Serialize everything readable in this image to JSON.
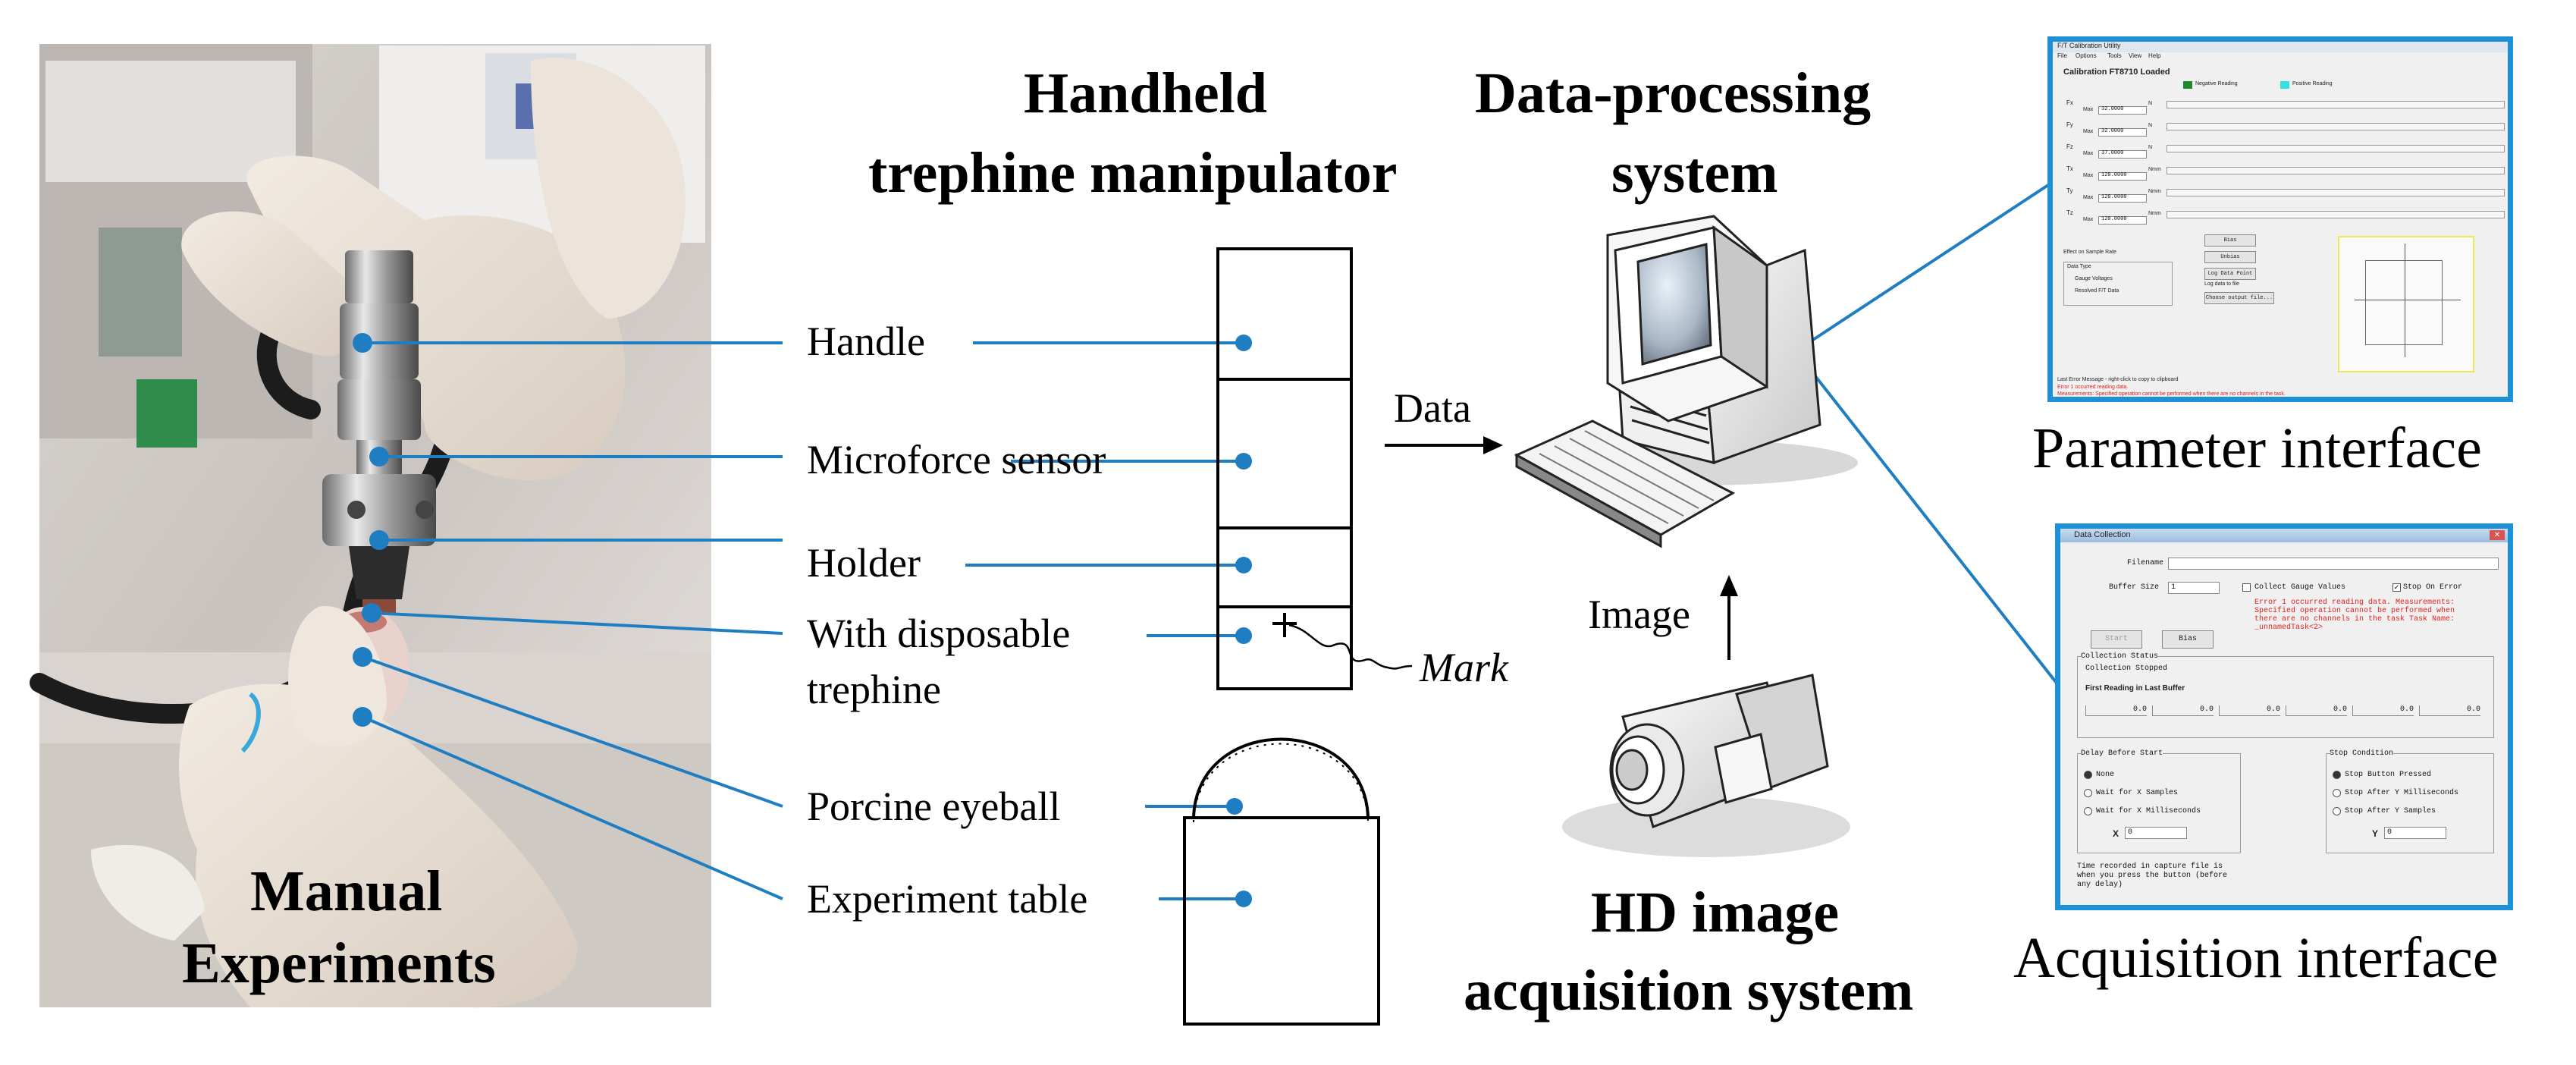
{
  "photo": {
    "caption_line1": "Manual",
    "caption_line2": "Experiments"
  },
  "manipulator": {
    "title_line1": "Handheld",
    "title_line2": "trephine manipulator",
    "labels": {
      "handle": "Handle",
      "sensor": "Microforce sensor",
      "holder": "Holder",
      "trephine_line1": "With disposable",
      "trephine_line2": "trephine",
      "eyeball": "Porcine eyeball",
      "table": "Experiment table",
      "mark": "Mark"
    }
  },
  "flow": {
    "data_label": "Data",
    "image_label": "Image"
  },
  "processing": {
    "title_line1": "Data-processing",
    "title_line2": "system"
  },
  "acquisition": {
    "title_line1": "HD image",
    "title_line2": "acquisition system"
  },
  "parameter_interface": {
    "caption": "Parameter interface",
    "window_title": "F/T Calibration Utility",
    "menu": [
      "File",
      "Options",
      "Tools",
      "View",
      "Help"
    ],
    "calibration": "Calibration FT8710 Loaded",
    "legend_negative": "Negative Reading",
    "legend_positive": "Positive Reading",
    "axes": [
      {
        "name": "Fx",
        "max": "32.0000",
        "unit": "N"
      },
      {
        "name": "Fy",
        "max": "32.0000",
        "unit": "N"
      },
      {
        "name": "Fz",
        "max": "37.0000",
        "unit": "N"
      },
      {
        "name": "Tx",
        "max": "120.0000",
        "unit": "Nmm"
      },
      {
        "name": "Ty",
        "max": "120.0000",
        "unit": "Nmm"
      },
      {
        "name": "Tz",
        "max": "120.0000",
        "unit": "Nmm"
      }
    ],
    "max_label": "Max",
    "effect_label": "Effect on Sample Rate",
    "data_type_label": "Data Type",
    "data_types": [
      "Gauge Voltages",
      "Resolved F/T Data"
    ],
    "buttons": [
      "Bias",
      "Unbias",
      "Log Data Point",
      "Log data to file",
      "Choose output file..."
    ],
    "error_label": "Last Error Message - right-click to copy to clipboard",
    "error_line1": "Error 1 occurred reading data.",
    "error_line2": "Measurements: Specified operation cannot be performed when there are no channels in the task."
  },
  "acquisition_interface": {
    "caption": "Acquisition interface",
    "window_title": "Data Collection",
    "filename_label": "Filename",
    "buffer_label": "Buffer Size",
    "buffer_value": "1",
    "collect_gauge": "Collect Gauge Values",
    "stop_on_error": "Stop On Error",
    "error_text": "Error 1 occurred reading data. Measurements: Specified operation cannot be performed when there are no channels in the task Task Name: _unnamedTask<2>",
    "start_button": "Start",
    "bias_button": "Bias",
    "collection_status_label": "Collection Status",
    "collection_status_value": "Collection Stopped",
    "first_reading_label": "First Reading in Last Buffer",
    "readings": [
      "0.0",
      "0.0",
      "0.0",
      "0.0",
      "0.0",
      "0.0"
    ],
    "delay_group": "Delay Before Start",
    "delay_options": [
      "None",
      "Wait for X Samples",
      "Wait for X Milliseconds"
    ],
    "x_label": "X",
    "x_value": "0",
    "stop_group": "Stop Condition",
    "stop_options": [
      "Stop Button Pressed",
      "Stop After Y Milliseconds",
      "Stop After Y Samples"
    ],
    "y_label": "Y",
    "y_value": "0",
    "note": "Time recorded in capture file is when you press the button (before any delay)"
  },
  "colors": {
    "leader": "#1f7dc1",
    "window_border": "#1e90d6",
    "error_text": "#e02020"
  }
}
